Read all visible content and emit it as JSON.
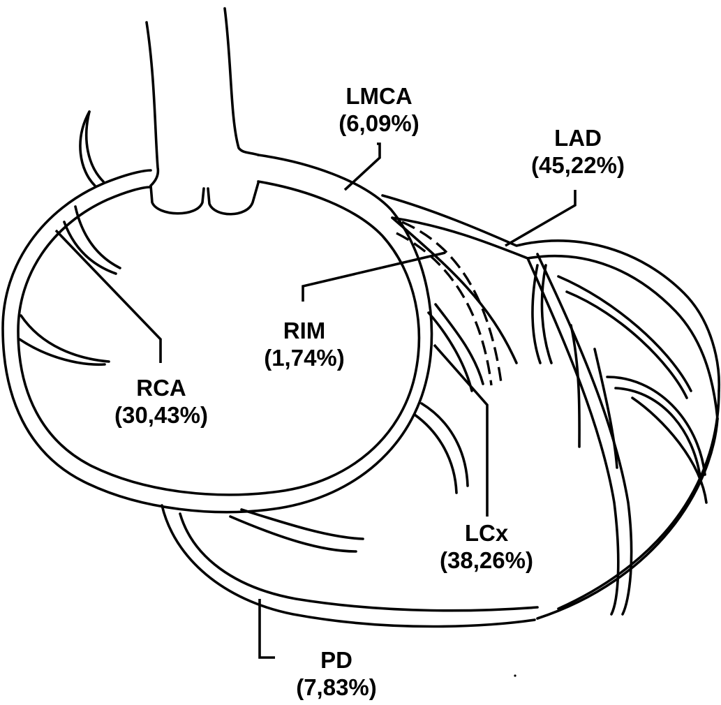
{
  "diagram": {
    "labels": {
      "lmca": {
        "name": "LMCA",
        "value": "(6,09%)"
      },
      "lad": {
        "name": "LAD",
        "value": "(45,22%)"
      },
      "rim": {
        "name": "RIM",
        "value": "(1,74%)"
      },
      "rca": {
        "name": "RCA",
        "value": "(30,43%)"
      },
      "lcx": {
        "name": "LCx",
        "value": "(38,26%)"
      },
      "pd": {
        "name": "PD",
        "value": "(7,83%)"
      }
    }
  }
}
